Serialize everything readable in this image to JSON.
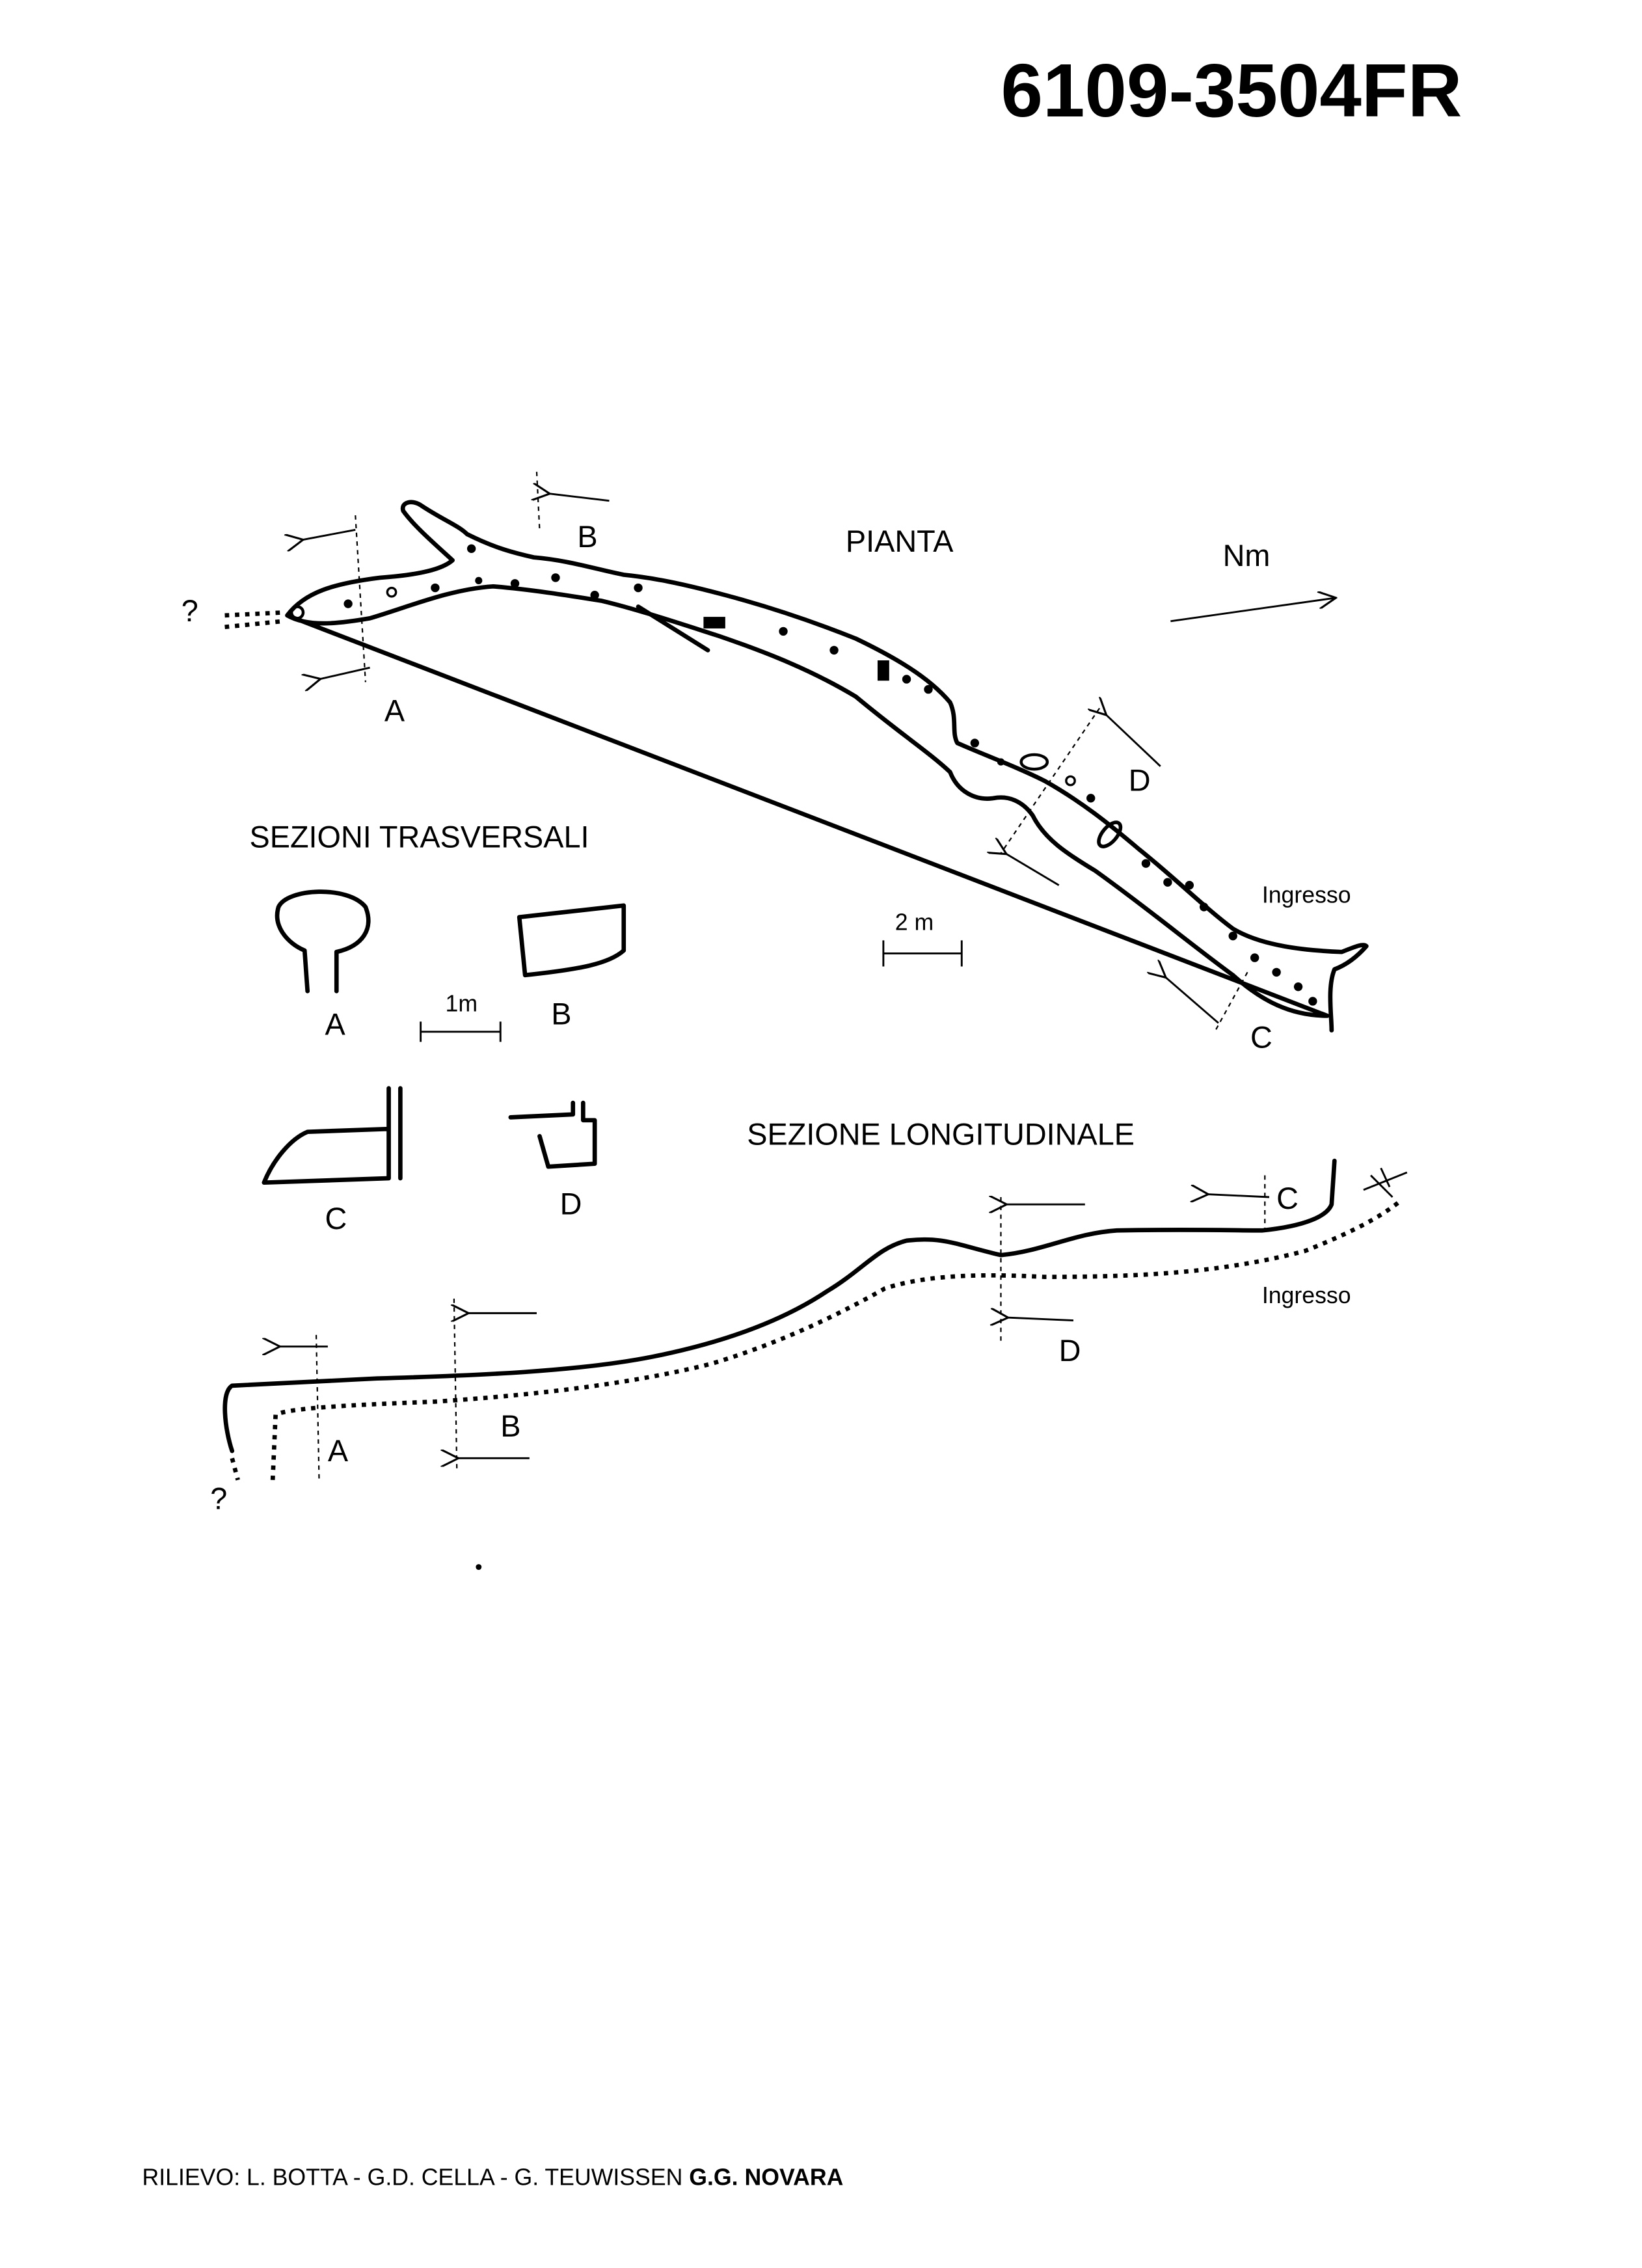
{
  "title": "6109-3504FR",
  "plan": {
    "heading": "PIANTA",
    "north_label": "Nm",
    "entrance_label": "Ingresso",
    "scale_label": "2 m",
    "unknown_mark": "?",
    "section_marks": [
      "A",
      "B",
      "C",
      "D"
    ]
  },
  "cross_sections": {
    "heading": "SEZIONI TRASVERSALI",
    "scale_label": "1m",
    "labels": [
      "A",
      "B",
      "C",
      "D"
    ]
  },
  "longitudinal": {
    "heading": "SEZIONE LONGITUDINALE",
    "entrance_label": "Ingresso",
    "unknown_mark": "?",
    "section_marks": [
      "A",
      "B",
      "C",
      "D"
    ]
  },
  "credits": {
    "prefix": "RILIEVO: L. BOTTA - G.D. CELLA - G. TEUWISSEN",
    "group": "G.G. NOVARA"
  }
}
